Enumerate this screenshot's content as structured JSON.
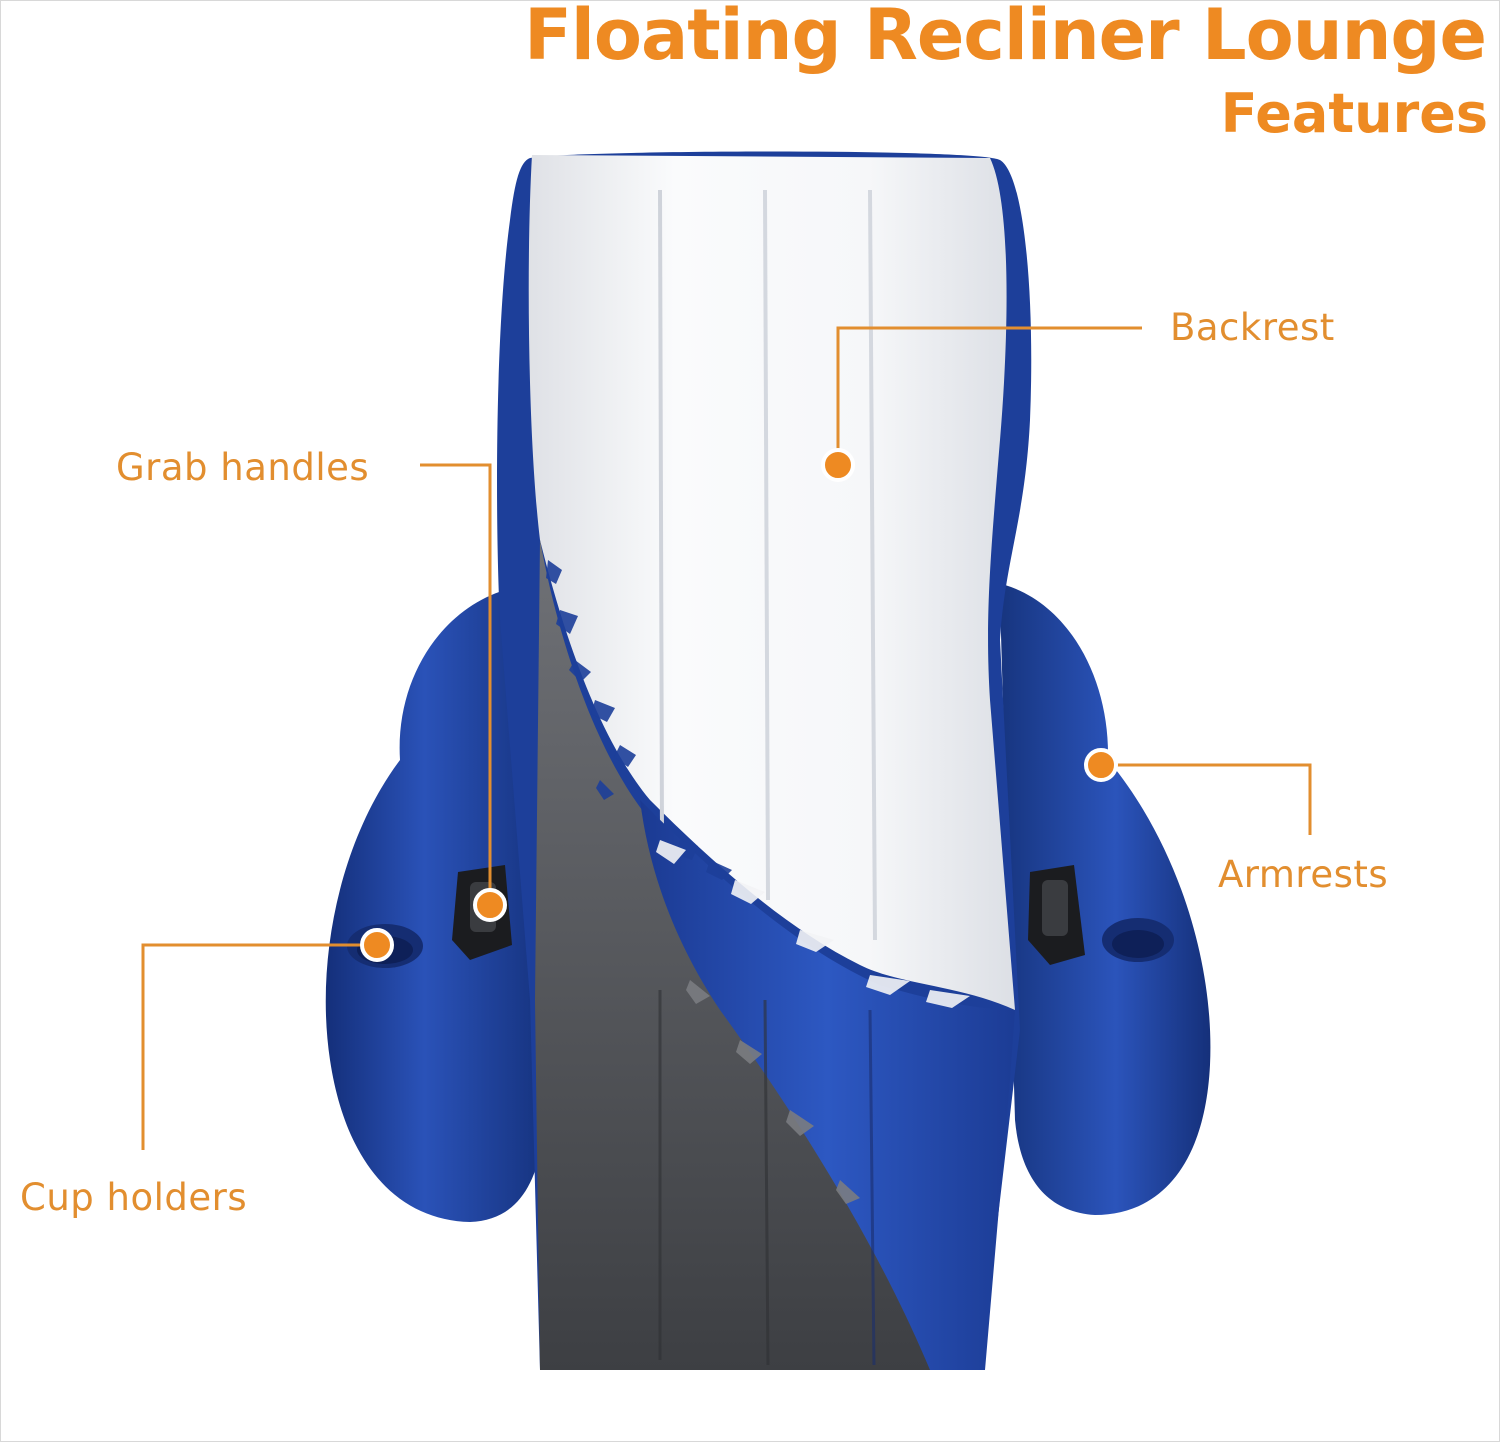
{
  "header": {
    "title": "Floating Recliner Lounge",
    "subtitle": "Features"
  },
  "callouts": [
    {
      "id": "backrest",
      "label": "Backrest"
    },
    {
      "id": "grab-handles",
      "label": "Grab handles"
    },
    {
      "id": "armrests",
      "label": "Armrests"
    },
    {
      "id": "cup-holders",
      "label": "Cup holders"
    }
  ],
  "colors": {
    "accent": "#ee8a22",
    "label": "#e28e2f",
    "vinyl_blue": "#1d3f9a",
    "vinyl_white": "#f3f4f6",
    "vinyl_gray": "#5b5d61"
  }
}
